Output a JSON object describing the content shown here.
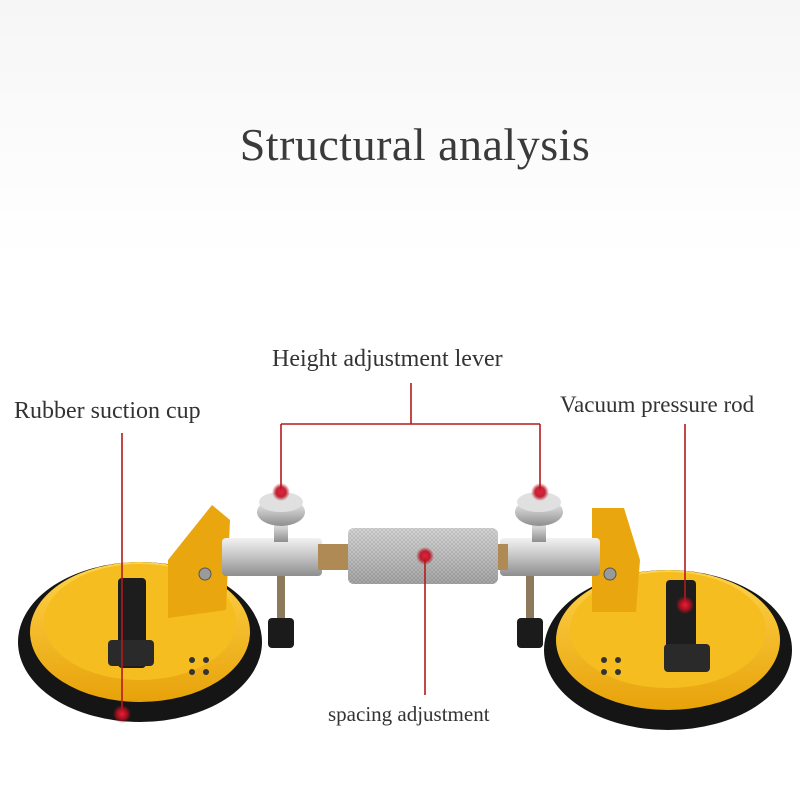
{
  "title": "Structural analysis",
  "labels": {
    "height_adjustment_lever": "Height adjustment lever",
    "rubber_suction_cup": "Rubber suction cup",
    "vacuum_pressure_rod": "Vacuum pressure rod",
    "spacing_adjustment": "spacing adjustment"
  },
  "colors": {
    "cup_yellow": "#f2b313",
    "rubber_black": "#1a1a1a",
    "callout_red": "#b31b1b",
    "steel": "#c9c9c9"
  }
}
